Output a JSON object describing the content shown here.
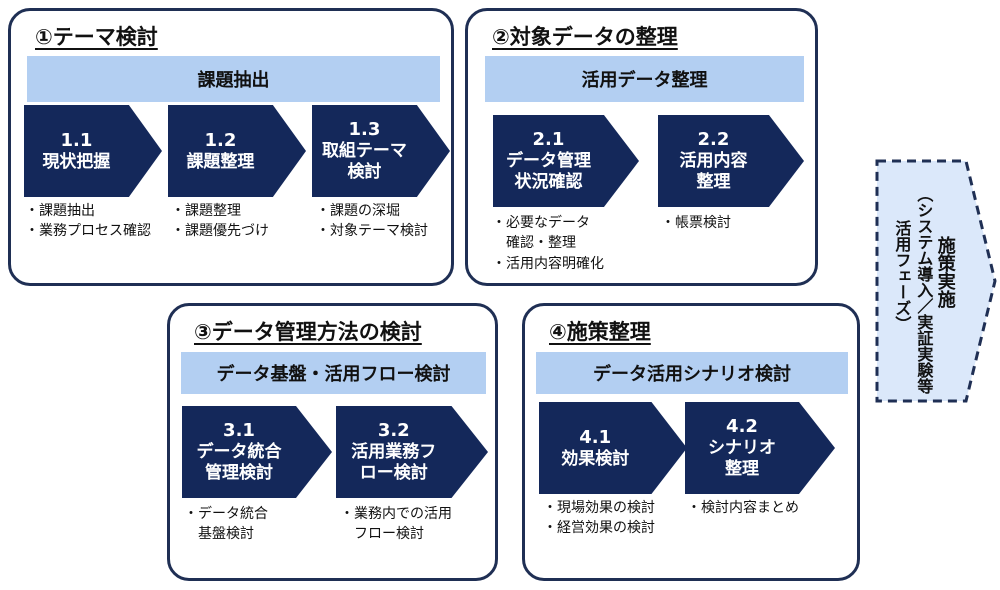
{
  "panels": [
    {
      "title": "①テーマ検討",
      "band": "課題抽出",
      "steps": [
        {
          "num": "1.1",
          "lines": [
            "現状把握"
          ],
          "notes": [
            "・課題抽出",
            "・業務プロセス確認"
          ]
        },
        {
          "num": "1.2",
          "lines": [
            "課題整理"
          ],
          "notes": [
            "・課題整理",
            "・課題優先づけ"
          ]
        },
        {
          "num": "1.3",
          "lines": [
            "取組テーマ",
            "検討"
          ],
          "notes": [
            "・課題の深堀",
            "・対象テーマ検討"
          ]
        }
      ]
    },
    {
      "title": "②対象データの整理",
      "band": "活用データ整理",
      "steps": [
        {
          "num": "2.1",
          "lines": [
            "データ管理",
            "状況確認"
          ],
          "notes": [
            "・必要なデータ",
            "確認・整理",
            "・活用内容明確化"
          ]
        },
        {
          "num": "2.2",
          "lines": [
            "活用内容",
            "整理"
          ],
          "notes": [
            "・帳票検討"
          ]
        }
      ]
    },
    {
      "title": "③データ管理方法の検討",
      "band": "データ基盤・活用フロー検討",
      "steps": [
        {
          "num": "3.1",
          "lines": [
            "データ統合",
            "管理検討"
          ],
          "notes": [
            "・データ統合",
            "基盤検討"
          ]
        },
        {
          "num": "3.2",
          "lines": [
            "活用業務フ",
            "ロー検討"
          ],
          "notes": [
            "・業務内での活用",
            "フロー検討"
          ]
        }
      ]
    },
    {
      "title": "④施策整理",
      "band": "データ活用シナリオ検討",
      "steps": [
        {
          "num": "4.1",
          "lines": [
            "効果検討"
          ],
          "notes": [
            "・現場効果の検討",
            "・経営効果の検討"
          ]
        },
        {
          "num": "4.2",
          "lines": [
            "シナリオ",
            "整理"
          ],
          "notes": [
            "・検討内容まとめ"
          ]
        }
      ]
    }
  ],
  "next_phase": {
    "main": "施策実施",
    "sub": "（システム導入／実証実験等",
    "sub2": "活用フェーズ）"
  },
  "colors": {
    "chevron": "#14285a",
    "band": "#b3cff2",
    "border": "#1f2f54",
    "next_phase_fill": "#dbe8fa"
  }
}
